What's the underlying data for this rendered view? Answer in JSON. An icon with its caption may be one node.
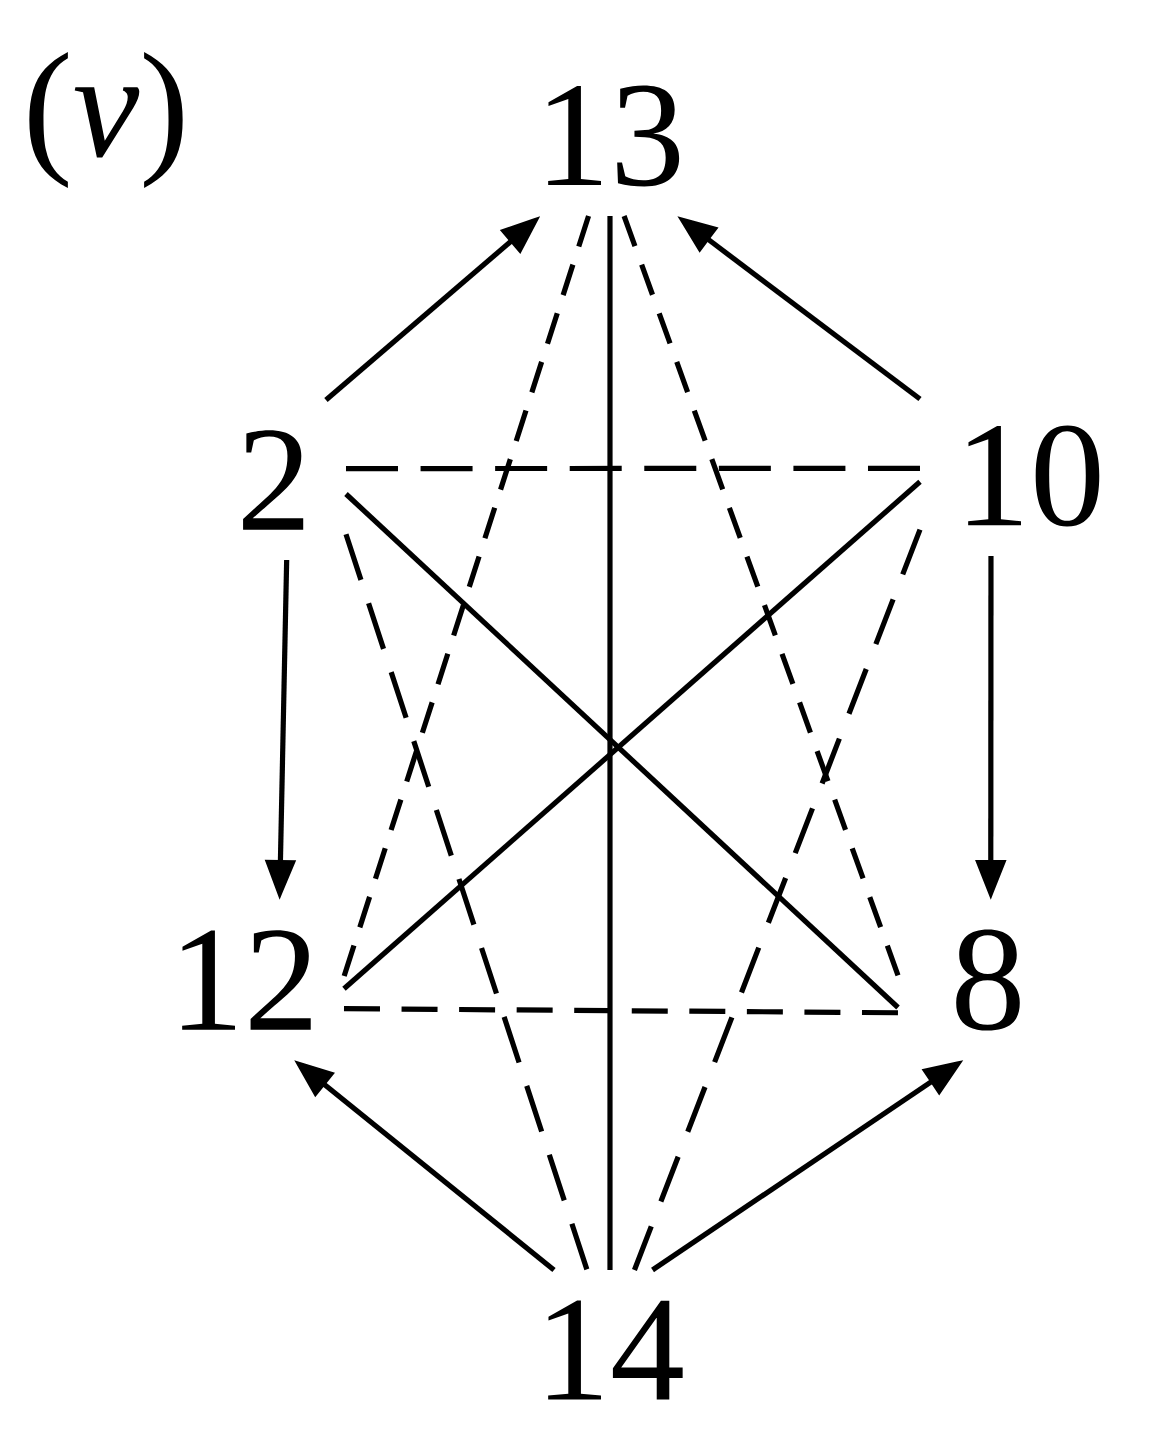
{
  "diagram": {
    "nodes": [
      {
        "text": [
          "13"
        ]
      },
      {
        "text": [
          "2"
        ]
      },
      {
        "text": [
          "10"
        ]
      },
      {
        "text": [
          "12"
        ]
      },
      {
        "text": [
          "8"
        ]
      },
      {
        "text": [
          "14"
        ]
      }
    ],
    "edges": [
      {
        "from": 1,
        "to": 0,
        "arrow": "to"
      },
      {
        "from": 2,
        "to": 0,
        "arrow": "to"
      },
      {
        "from": 1,
        "to": 2,
        "arrow": "none",
        "style": "dashed"
      },
      {
        "from": 0,
        "to": 5,
        "arrow": "none"
      },
      {
        "from": 0,
        "to": 3,
        "arrow": "none",
        "style": "dashed"
      },
      {
        "from": 0,
        "to": 4,
        "arrow": "none",
        "style": "dashed"
      },
      {
        "from": 1,
        "to": 4,
        "arrow": "none"
      },
      {
        "from": 2,
        "to": 3,
        "arrow": "none"
      },
      {
        "from": 1,
        "to": 5,
        "arrow": "none",
        "style": "dashed"
      },
      {
        "from": 2,
        "to": 5,
        "arrow": "none",
        "style": "dashed"
      },
      {
        "from": 1,
        "to": 3,
        "arrow": "to"
      },
      {
        "from": 2,
        "to": 4,
        "arrow": "to"
      },
      {
        "from": 3,
        "to": 4,
        "arrow": "none",
        "style": "dashed"
      },
      {
        "from": 5,
        "to": 3,
        "arrow": "to"
      },
      {
        "from": 5,
        "to": 4,
        "arrow": "to"
      }
    ],
    "labels": [
      "(*v*)"
    ]
  }
}
